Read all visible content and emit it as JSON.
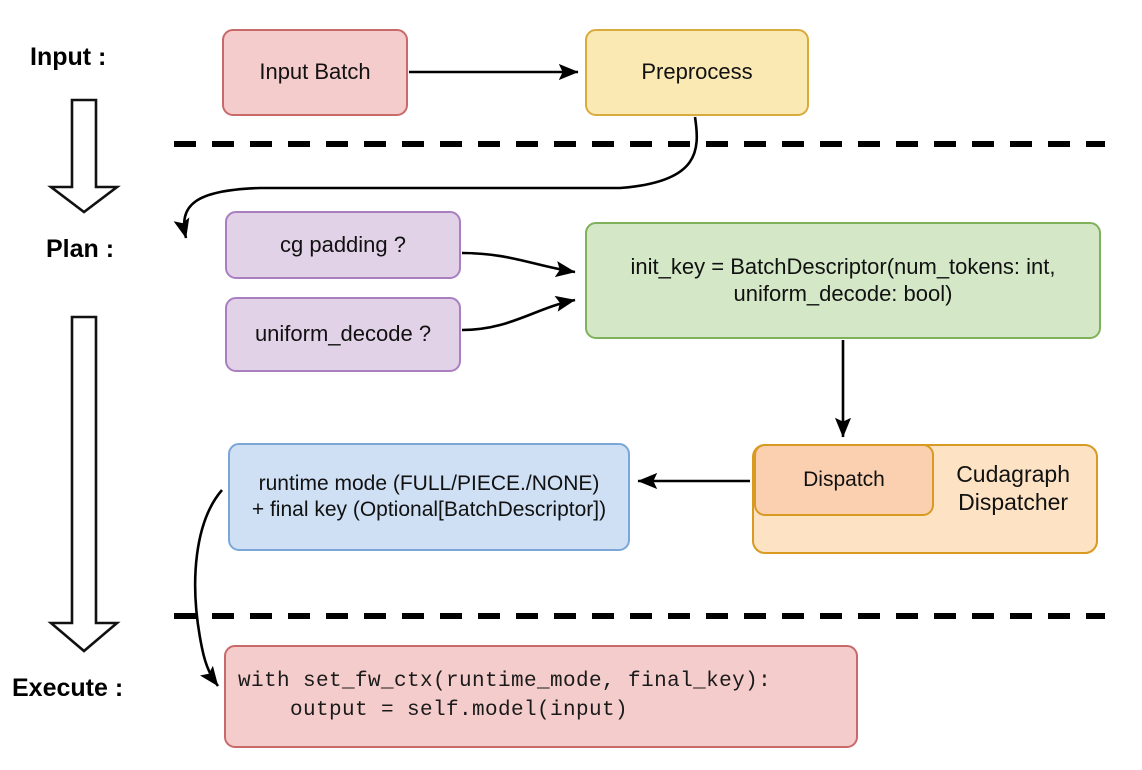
{
  "diagram": {
    "title_semantics": "vLLM cudagraph dispatch pipeline flow",
    "stages": [
      {
        "id": "input",
        "label": "Input :"
      },
      {
        "id": "plan",
        "label": "Plan :"
      },
      {
        "id": "execute",
        "label": "Execute :"
      }
    ],
    "nodes": {
      "input_batch": {
        "label": "Input Batch",
        "fill": "#f5cccc",
        "stroke": "#c86a6a"
      },
      "preprocess": {
        "label": "Preprocess",
        "fill": "#fbe9b4",
        "stroke": "#d9ab3c"
      },
      "cg_padding": {
        "label": "cg padding ?",
        "fill": "#e2d2e8",
        "stroke": "#a97fc0"
      },
      "uniform_decode": {
        "label": "uniform_decode ?",
        "fill": "#e2d2e8",
        "stroke": "#a97fc0"
      },
      "init_key": {
        "label": "init_key = BatchDescriptor(num_tokens: int,\nuniform_decode: bool)",
        "fill": "#d4e8c8",
        "stroke": "#7fb05a"
      },
      "runtime_mode": {
        "label": "runtime mode (FULL/PIECE./NONE)\n+ final key (Optional[BatchDescriptor])",
        "fill": "#cfe0f5",
        "stroke": "#7ba7d8"
      },
      "dispatch": {
        "label": "Dispatch",
        "fill": "#fbd0b0",
        "stroke": "#d99a22"
      },
      "cudagraph_dispatcher": {
        "label": "Cudagraph\nDispatcher",
        "fill": "#fde2c4",
        "stroke": "#d99a22"
      },
      "execute_code": {
        "label": "with set_fw_ctx(runtime_mode, final_key):\n    output = self.model(input)",
        "fill": "#f5cccc",
        "stroke": "#c86a6a"
      }
    },
    "separators": [
      {
        "id": "input-plan-divider",
        "style": "dashed",
        "color": "#000000"
      },
      {
        "id": "plan-execute-divider",
        "style": "dashed",
        "color": "#000000"
      }
    ],
    "stage_arrows": [
      {
        "id": "input-to-plan-arrow",
        "direction": "down",
        "style": "hollow-block"
      },
      {
        "id": "plan-to-execute-arrow",
        "direction": "down",
        "style": "hollow-block"
      }
    ],
    "edges": [
      {
        "id": "input-batch-to-preprocess",
        "from": "input_batch",
        "to": "preprocess"
      },
      {
        "id": "preprocess-to-cg-padding",
        "from": "preprocess",
        "to": "cg_padding"
      },
      {
        "id": "cg-padding-to-init-key",
        "from": "cg_padding",
        "to": "init_key"
      },
      {
        "id": "uniform-decode-to-init-key",
        "from": "uniform_decode",
        "to": "init_key"
      },
      {
        "id": "init-key-to-dispatch",
        "from": "init_key",
        "to": "dispatch"
      },
      {
        "id": "dispatch-to-runtime-mode",
        "from": "dispatch",
        "to": "runtime_mode"
      },
      {
        "id": "runtime-mode-to-execute-code",
        "from": "runtime_mode",
        "to": "execute_code"
      }
    ]
  }
}
